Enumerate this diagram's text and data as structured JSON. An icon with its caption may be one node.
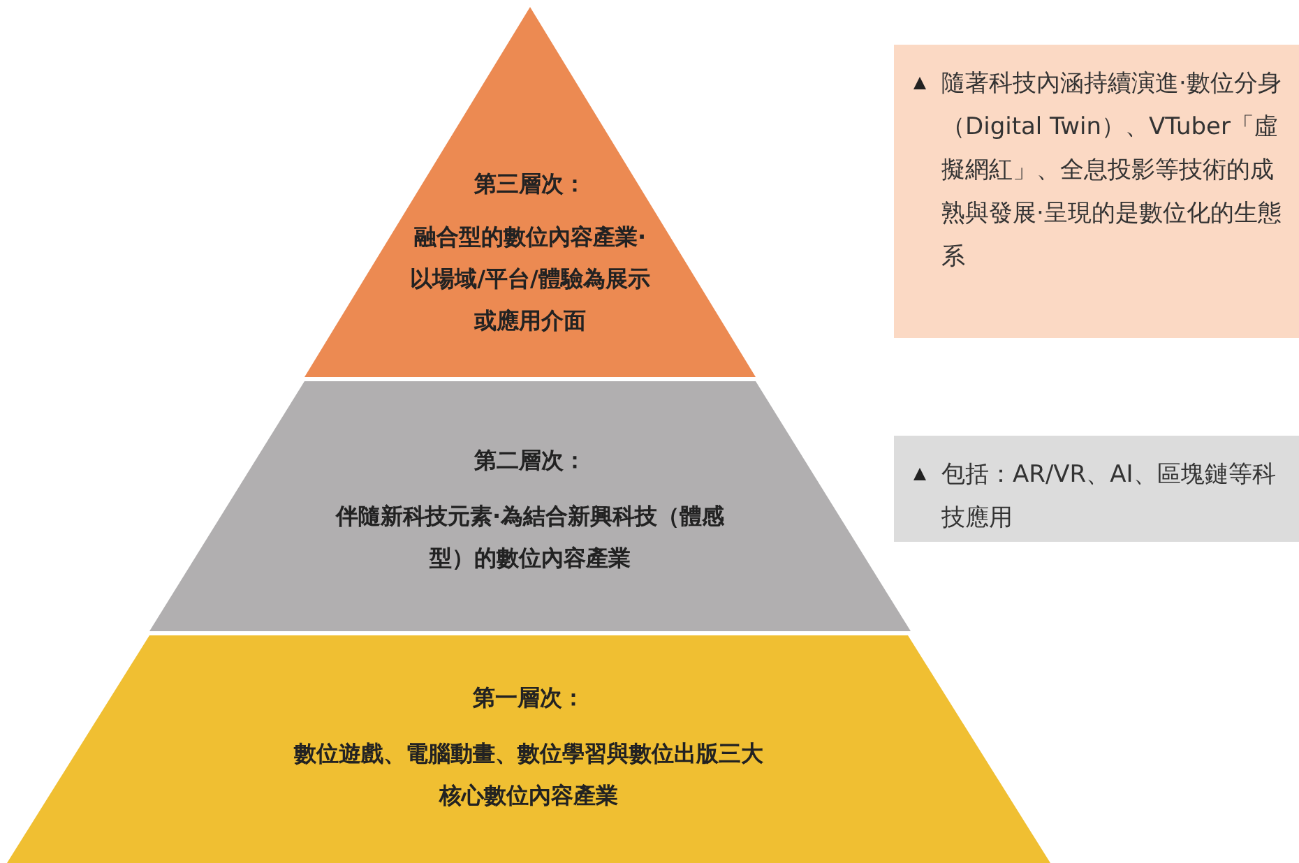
{
  "diagram": {
    "nodes": [
      {
        "text": [
          "第三層次：",
          "融合型的數位內容產業·以場域/平台/體驗為展示或應用介面"
        ]
      },
      {
        "text": [
          "第二層次：",
          "伴隨新科技元素·為結合新興科技（體感型）的數位內容產業"
        ]
      },
      {
        "text": [
          "第一層次：",
          "數位遊戲、電腦動畫、數位學習與數位出版三大核心數位內容產業"
        ]
      },
      {
        "text": [
          "隨著科技內涵持續演進·數位分身（Digital Twin）、VTuber「虛擬網紅」、全息投影等技術的成熟與發展·呈現的是數位化的生態系"
        ]
      },
      {
        "text": [
          "包括：AR/VR、AI、區塊鏈等科技應用"
        ]
      }
    ],
    "edges": []
  }
}
